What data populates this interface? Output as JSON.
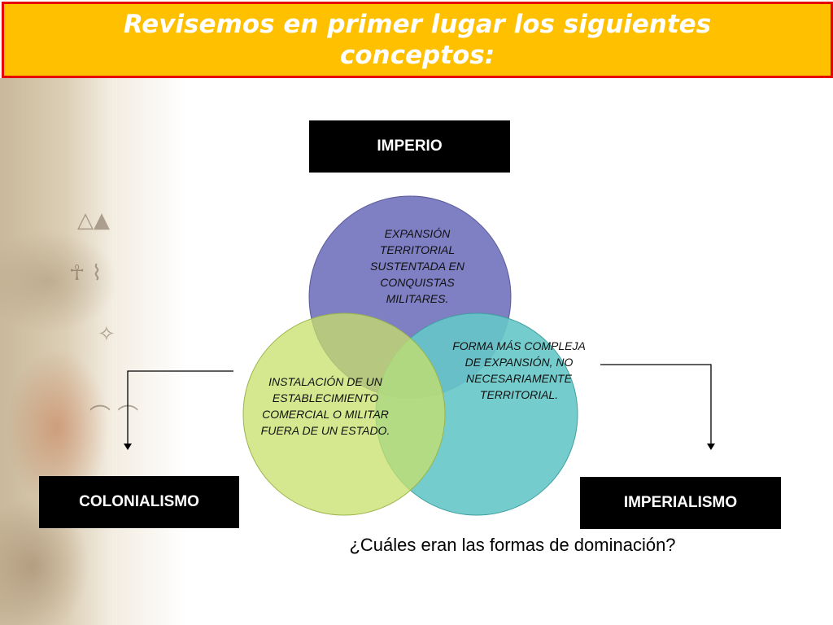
{
  "slide": {
    "title": "Revisemos en primer lugar los siguientes conceptos:",
    "question": "¿Cuáles eran las formas de dominación?"
  },
  "diagram": {
    "top_box": "IMPERIO",
    "left_box": "COLONIALISMO",
    "right_box": "IMPERIALISMO",
    "circles": {
      "top": "EXPANSIÓN TERRITORIAL SUSTENTADA EN CONQUISTAS MILITARES.",
      "right": "FORMA MÁS COMPLEJA DE EXPANSIÓN, NO NECESARIAMENTE TERRITORIAL.",
      "left": "INSTALACIÓN DE UN ESTABLECIMIENTO COMERCIAL O MILITAR FUERA DE UN ESTADO."
    }
  },
  "colors": {
    "title_bg": "#ffc000",
    "title_border": "#e60000",
    "circle_top": "#7f7fc4",
    "circle_right": "#66c6c8",
    "circle_left": "#c8e06a"
  }
}
